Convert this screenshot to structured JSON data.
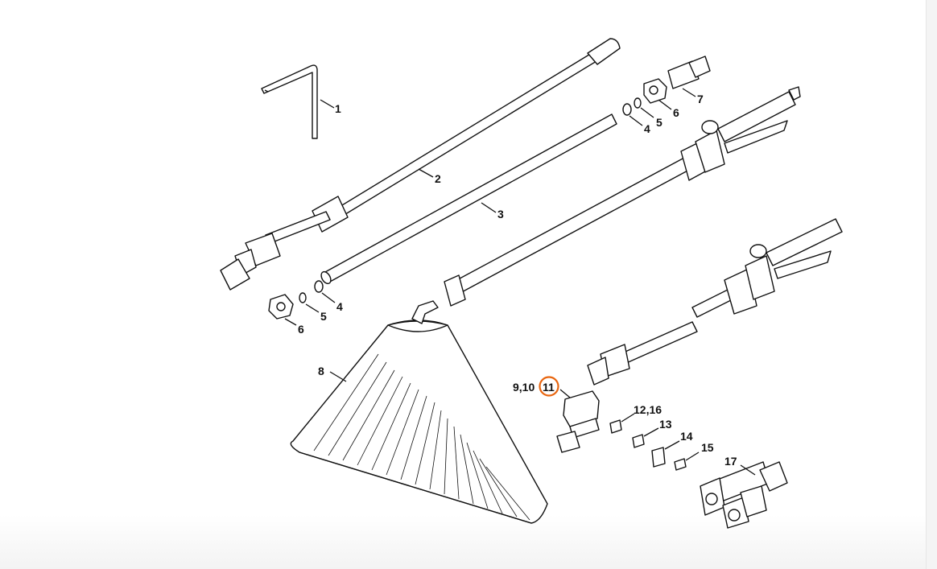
{
  "diagram": {
    "labels": {
      "p1": "1",
      "p2": "2",
      "p3": "3",
      "p4a": "4",
      "p5a": "5",
      "p6a": "6",
      "p7": "7",
      "p4b": "4",
      "p5b": "5",
      "p6b": "6",
      "p8": "8",
      "p9_10": "9,10",
      "p11": "11",
      "p12_16": "12,16",
      "p13": "13",
      "p14": "14",
      "p15": "15",
      "p17": "17"
    },
    "highlight": {
      "label": "11",
      "color": "#e8650f"
    }
  }
}
